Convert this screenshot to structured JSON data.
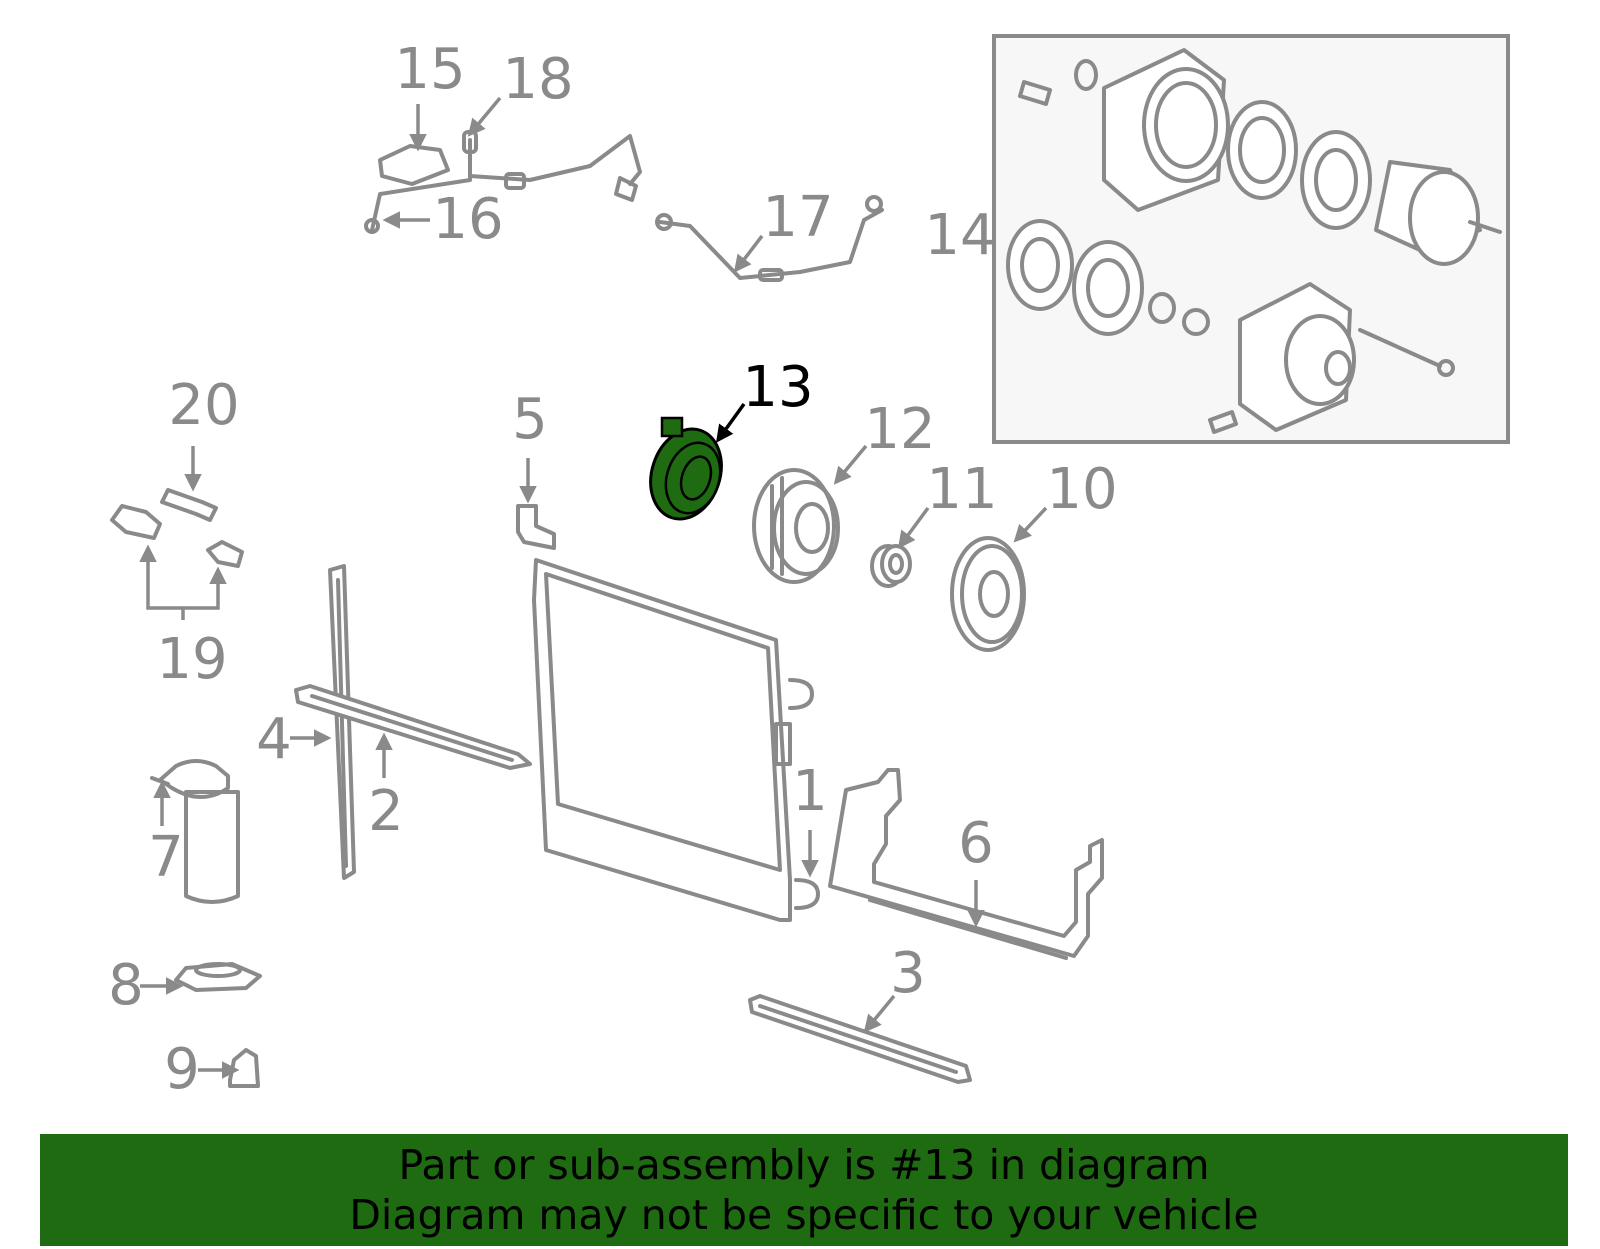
{
  "colors": {
    "part_gray": "#8a8a8a",
    "highlight_green": "#1e6b12",
    "highlight_label": "#000000",
    "banner_bg": "#1e6b12",
    "banner_text": "#000000"
  },
  "highlighted_part": "13",
  "callouts": [
    {
      "id": "1",
      "label": "1"
    },
    {
      "id": "2",
      "label": "2"
    },
    {
      "id": "3",
      "label": "3"
    },
    {
      "id": "4",
      "label": "4"
    },
    {
      "id": "5",
      "label": "5"
    },
    {
      "id": "6",
      "label": "6"
    },
    {
      "id": "7",
      "label": "7"
    },
    {
      "id": "8",
      "label": "8"
    },
    {
      "id": "9",
      "label": "9"
    },
    {
      "id": "10",
      "label": "10"
    },
    {
      "id": "11",
      "label": "11"
    },
    {
      "id": "12",
      "label": "12"
    },
    {
      "id": "13",
      "label": "13"
    },
    {
      "id": "14",
      "label": "14"
    },
    {
      "id": "15",
      "label": "15"
    },
    {
      "id": "16",
      "label": "16"
    },
    {
      "id": "17",
      "label": "17"
    },
    {
      "id": "18",
      "label": "18"
    },
    {
      "id": "19",
      "label": "19"
    },
    {
      "id": "20",
      "label": "20"
    }
  ],
  "banner": {
    "line1": "Part or sub-assembly is #13 in diagram",
    "line2": "Diagram may not be specific to your vehicle"
  }
}
